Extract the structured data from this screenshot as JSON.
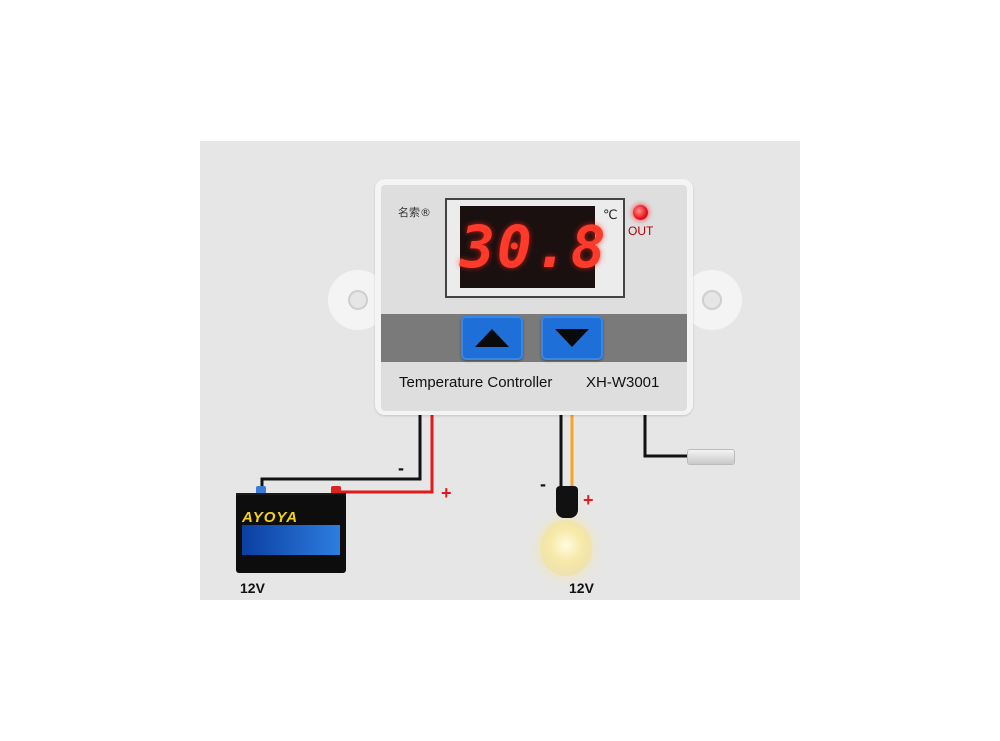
{
  "device": {
    "brand": "名索®",
    "display_reading": "30.8",
    "unit": "℃",
    "indicator_label": "OUT",
    "caption_name": "Temperature Controller",
    "caption_model": "XH-W3001",
    "up_key_icon": "triangle-up-icon",
    "down_key_icon": "triangle-down-icon"
  },
  "battery": {
    "brand": "AYOYA",
    "negative_sign": "-",
    "positive_sign": "+",
    "voltage_label": "12V"
  },
  "lamp": {
    "negative_sign": "-",
    "positive_sign": "+",
    "voltage_label": "12V"
  },
  "colors": {
    "panel": "#e6e6e6",
    "led_digits": "#ff3a2a",
    "keys": "#1f6fd8",
    "wire_positive": "#e11a1a",
    "wire_negative": "#111111",
    "wire_load": "#f5a623"
  }
}
